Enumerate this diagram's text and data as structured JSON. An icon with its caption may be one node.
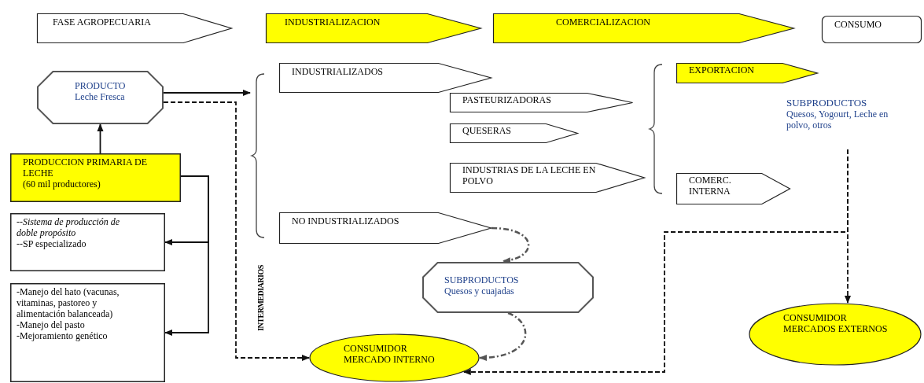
{
  "diagram": {
    "nodes": [
      {
        "text": [
          "FASE AGROPECUARIA"
        ]
      },
      {
        "text": [
          "INDUSTRIALIZACION"
        ]
      },
      {
        "text": [
          "COMERCIALIZACION"
        ]
      },
      {
        "text": [
          "CONSUMO"
        ]
      },
      {
        "text": [
          "PRODUCTO",
          "Leche Fresca"
        ]
      },
      {
        "text": [
          "PRODUCCION PRIMARIA DE LECHE",
          "(60 mil productores)"
        ]
      },
      {
        "text": [
          "--*Sistema de producción de doble propósito*",
          "--SP especializado"
        ]
      },
      {
        "text": [
          "-Manejo del hato (vacunas, vitaminas, pastoreo y alimentación balanceada)",
          "-Manejo del pasto",
          "-Mejoramiento genético"
        ]
      },
      {
        "text": [
          "INDUSTRIALIZADOS"
        ]
      },
      {
        "text": [
          "PASTEURIZADORAS"
        ]
      },
      {
        "text": [
          "QUESERAS"
        ]
      },
      {
        "text": [
          "INDUSTRIAS DE LA LECHE EN POLVO"
        ]
      },
      {
        "text": [
          "NO INDUSTRIALIZADOS"
        ]
      },
      {
        "text": [
          "EXPORTACION"
        ]
      },
      {
        "text": [
          "SUBPRODUCTOS",
          "Quesos, Yogourt, Leche en polvo, otros"
        ]
      },
      {
        "text": [
          "COMERC. INTERNA"
        ]
      },
      {
        "text": [
          "SUBPRODUCTOS",
          "Quesos y cuajadas"
        ]
      },
      {
        "text": [
          "CONSUMIDOR MERCADO INTERNO"
        ]
      },
      {
        "text": [
          "CONSUMIDOR MERCADOS EXTERNOS"
        ]
      },
      {
        "text": [],
        "shape": "brace"
      },
      {
        "text": [],
        "shape": "brace"
      }
    ],
    "edges": [
      {
        "from": 5,
        "to": 4,
        "arrow": "to"
      },
      {
        "from": 4,
        "to": 19,
        "arrow": "to"
      },
      {
        "from": 4,
        "to": 17,
        "arrow": "to",
        "style": "dashed"
      },
      {
        "from": 5,
        "to": 6,
        "arrow": "to"
      },
      {
        "from": 5,
        "to": 7,
        "arrow": "to"
      },
      {
        "from": 12,
        "to": 16,
        "arrow": "to",
        "style": "dashed",
        "color": "#555555"
      },
      {
        "from": 16,
        "to": 17,
        "arrow": "to",
        "style": "dashed",
        "color": "#555555"
      },
      {
        "from": 14,
        "to": 18,
        "arrow": "to",
        "style": "dashed"
      },
      {
        "from": 14,
        "to": 17,
        "arrow": "to",
        "style": "dashed"
      }
    ],
    "labels": [
      "INTERMEDIARIOS"
    ]
  }
}
